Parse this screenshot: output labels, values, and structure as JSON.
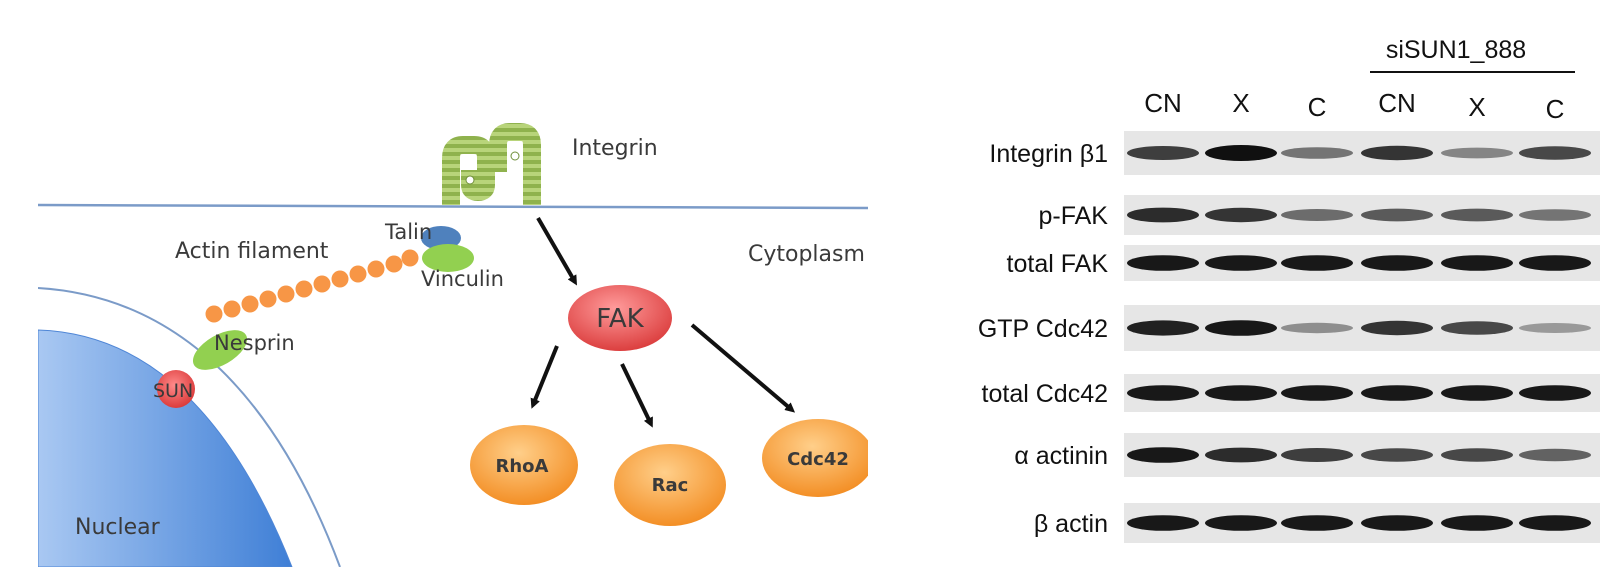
{
  "pathway": {
    "labels": {
      "integrin": "Integrin",
      "talin": "Talin",
      "actin_filament": "Actin filament",
      "vinculin": "Vinculin",
      "cytoplasm": "Cytoplasm",
      "nesprin": "Nesprin",
      "sun": "SUN",
      "nuclear": "Nuclear",
      "fak": "FAK",
      "rhoa": "RhoA",
      "rac": "Rac",
      "cdc42": "Cdc42"
    },
    "colors": {
      "membrane": "#7b9bc8",
      "integrin": "#9bbb59",
      "talin": "#4f81bd",
      "vinculin": "#92d050",
      "actin": "#f79646",
      "nesprin": "#92d050",
      "sun": "#e04848",
      "nucleus": "#4f86d6",
      "fak": "#e05050",
      "effector": "#f79646"
    }
  },
  "blot": {
    "group_label": "siSUN1_888",
    "lanes": [
      "CN",
      "X",
      "C",
      "CN",
      "X",
      "C"
    ],
    "rows": [
      {
        "label": "Integrin β1",
        "intensities": [
          0.75,
          1.0,
          0.45,
          0.8,
          0.35,
          0.7
        ]
      },
      {
        "label": "p-FAK",
        "intensities": [
          0.85,
          0.8,
          0.5,
          0.6,
          0.6,
          0.45
        ]
      },
      {
        "label": "total FAK",
        "intensities": [
          0.95,
          0.95,
          0.95,
          0.95,
          0.95,
          0.95
        ]
      },
      {
        "label": "GTP Cdc42",
        "intensities": [
          0.9,
          0.95,
          0.3,
          0.8,
          0.7,
          0.25
        ]
      },
      {
        "label": "total Cdc42",
        "intensities": [
          0.95,
          0.95,
          0.95,
          0.95,
          0.95,
          0.95
        ]
      },
      {
        "label": "α actinin",
        "intensities": [
          0.95,
          0.85,
          0.75,
          0.7,
          0.7,
          0.55
        ]
      },
      {
        "label": "β actin",
        "intensities": [
          0.95,
          0.95,
          0.95,
          0.95,
          0.95,
          0.95
        ]
      }
    ]
  }
}
